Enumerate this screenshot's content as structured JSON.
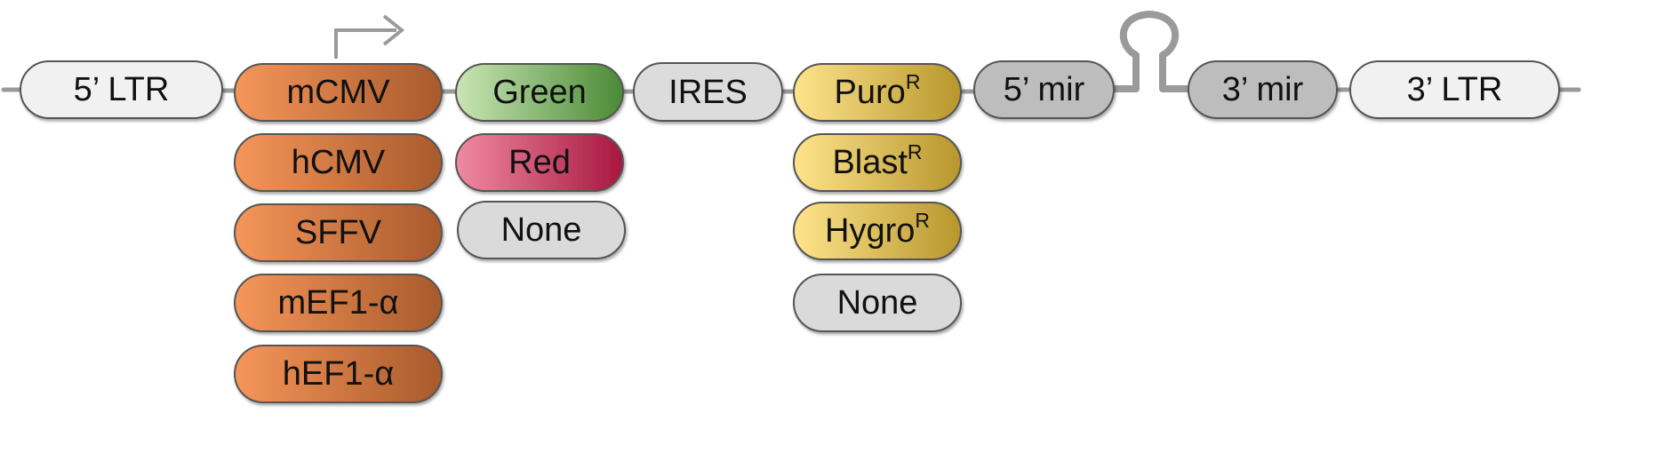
{
  "colors": {
    "backbone": "#9a9a9a",
    "outline": "#555555",
    "ltr": "#f1f1f1",
    "promoter": [
      "#f6965a",
      "#a85a2c"
    ],
    "green": [
      "#c9e6b4",
      "#4a8a36"
    ],
    "red": [
      "#f08aa2",
      "#a8173f"
    ],
    "none": "#dadada",
    "resistance": [
      "#ffe48c",
      "#b7962c"
    ],
    "ires": "#dcdcdc",
    "mir": "#bdbdbd"
  },
  "elements": {
    "ltr5": "5’ LTR",
    "promoter": [
      "mCMV",
      "hCMV",
      "SFFV",
      "mEF1-α",
      "hEF1-α"
    ],
    "reporter": [
      "Green",
      "Red",
      "None"
    ],
    "ires": "IRES",
    "resistance": [
      {
        "base": "Puro",
        "sup": "R"
      },
      {
        "base": "Blast",
        "sup": "R"
      },
      {
        "base": "Hygro",
        "sup": "R"
      },
      {
        "base": "None",
        "sup": ""
      }
    ],
    "mir5": "5’ mir",
    "mir3": "3’ mir",
    "ltr3": "3’ LTR"
  },
  "icons": [
    "tss-arrow-icon",
    "hairpin-icon"
  ]
}
